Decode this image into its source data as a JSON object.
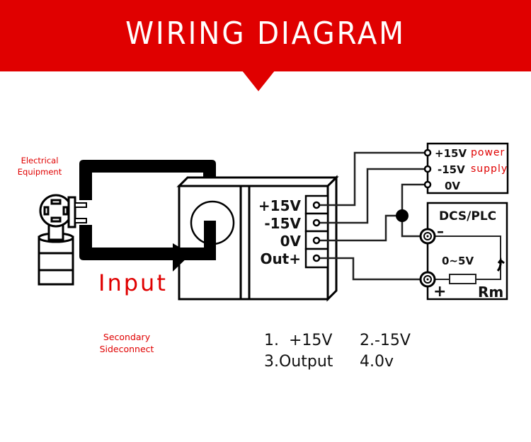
{
  "header": {
    "title": "WIRING DIAGRAM",
    "accent_color": "#e00000"
  },
  "labels": {
    "electrical_equipment": [
      "Electrical",
      "Equipment"
    ],
    "input": "Input",
    "secondary": [
      "Secondary",
      "Sideconnect"
    ]
  },
  "module": {
    "terminals": [
      "+15V",
      "-15V",
      "0V",
      "Out+"
    ]
  },
  "power_supply": {
    "terminals": [
      "+15V",
      "-15V",
      "0V"
    ],
    "label": [
      "power",
      "supply"
    ]
  },
  "dcs": {
    "title": "DCS/PLC",
    "minus": "–",
    "plus": "+",
    "range": "0~5V",
    "resistor": "Rm"
  },
  "legend": {
    "rows": [
      [
        "1.  +15V",
        "2.-15V"
      ],
      [
        "3.Output",
        "4.0v"
      ]
    ]
  }
}
